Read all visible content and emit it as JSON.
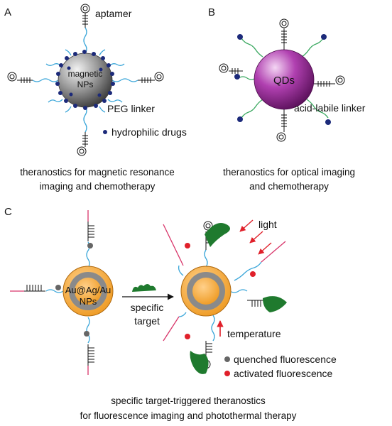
{
  "panel_a": {
    "letter": "A",
    "core_label_line1": "magnetic",
    "core_label_line2": "NPs",
    "aptamer_label": "aptamer",
    "linker_label": "PEG linker",
    "drug_label": "hydrophilic drugs",
    "caption_line1": "theranostics for magnetic resonance",
    "caption_line2": "imaging and chemotherapy"
  },
  "panel_b": {
    "letter": "B",
    "core_label": "QDs",
    "linker_label": "acid-labile linker",
    "caption_line1": "theranostics for optical imaging",
    "caption_line2": "and chemotherapy"
  },
  "panel_c": {
    "letter": "C",
    "core_label_line1": "Au@Ag/Au",
    "core_label_line2": "NPs",
    "light_label": "light",
    "arrow_label_line1": "specific",
    "arrow_label_line2": "target",
    "temperature_label": "temperature",
    "legend_quenched": "quenched fluorescence",
    "legend_activated": "activated fluorescence",
    "caption_line1": "specific target-triggered theranostics",
    "caption_line2": "for fluorescence imaging and photothermal therapy"
  },
  "colors": {
    "drug": "#1c2a7a",
    "linker": "#3aa6d9",
    "qd_linker": "#3aa860",
    "pink_strand": "#d8356a",
    "target": "#1f7a2e",
    "red": "#e0202a",
    "gold": "#f0a030"
  }
}
